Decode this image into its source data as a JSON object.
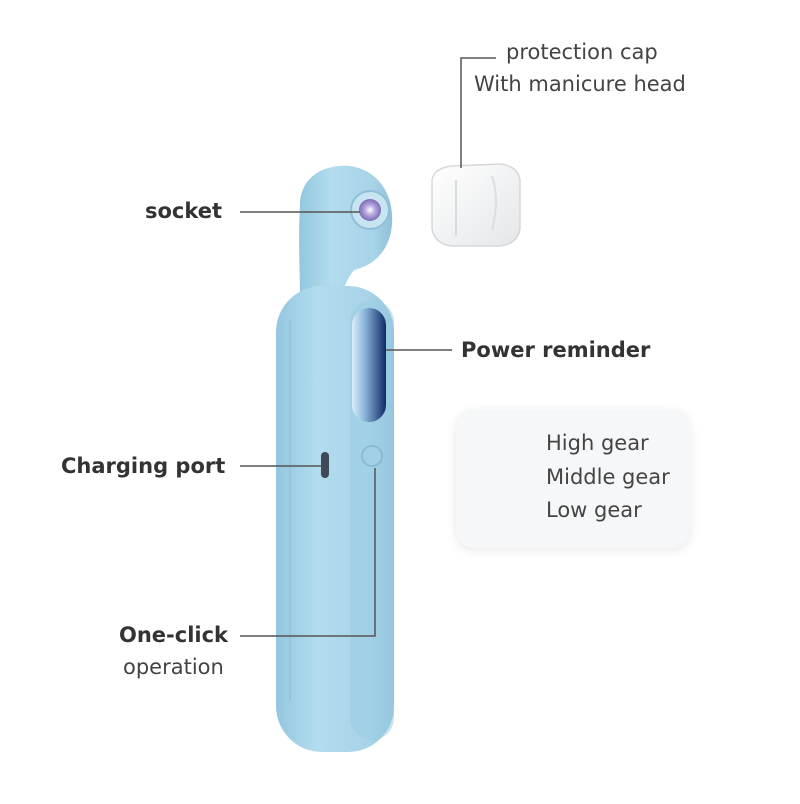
{
  "labels": {
    "protection_cap": "protection cap",
    "manicure_head": "With manicure head",
    "socket": "socket",
    "power_reminder": "Power reminder",
    "charging_port": "Charging port",
    "one_click": "One-click",
    "operation": "operation"
  },
  "legend": {
    "high": "High gear",
    "middle": "Middle gear",
    "low": "Low gear"
  },
  "colors": {
    "body": "#a9d6ea",
    "body_shadow": "#8cc3dc",
    "screen": "#12306e",
    "screen_glow": "#cfe6f5",
    "indicator": "#a8dcf7",
    "leader": "#555555",
    "cap": "#f2f2f2"
  }
}
